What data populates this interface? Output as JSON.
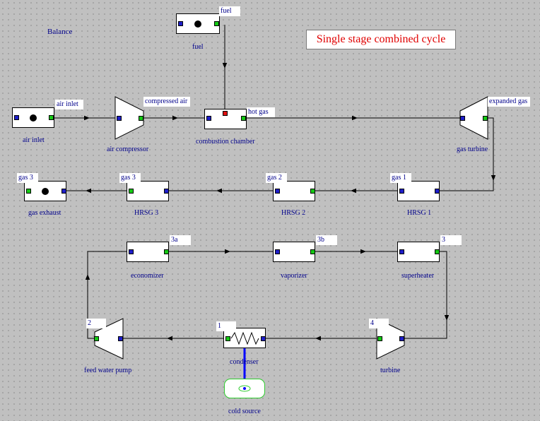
{
  "title": "Single stage combined cycle",
  "balance_label": "Balance",
  "colors": {
    "port_in": "#1e1ec8",
    "port_out": "#14c814",
    "fuel_port": "#e01010",
    "line": "#000000",
    "cold_line": "#0000ff",
    "title": "#e00000",
    "label": "#00008b"
  },
  "components": {
    "fuel": "fuel",
    "air_inlet": "air inlet",
    "air_compressor": "air compressor",
    "combustion_chamber": "combustion chamber",
    "gas_turbine": "gas turbine",
    "hrsg1": "HRSG 1",
    "hrsg2": "HRSG 2",
    "hrsg3": "HRSG 3",
    "gas_exhaust": "gas exhaust",
    "economizer": "economizer",
    "vaporizer": "vaporizer",
    "superheater": "superheater",
    "turbine": "turbine",
    "condenser": "condenser",
    "feed_water_pump": "feed water pump",
    "cold_source": "cold source"
  },
  "points": {
    "fuel": "fuel",
    "air_inlet": "air inlet",
    "compressed_air": "compressed air",
    "hot_gas": "hot gas",
    "expanded_gas": "expanded gas",
    "gas1": "gas 1",
    "gas2": "gas 2",
    "gas3_hrsg": "gas 3",
    "gas3_exhaust": "gas 3",
    "p3a": "3a",
    "p3b": "3b",
    "p3": "3",
    "p4": "4",
    "p1": "1",
    "p2": "2"
  }
}
